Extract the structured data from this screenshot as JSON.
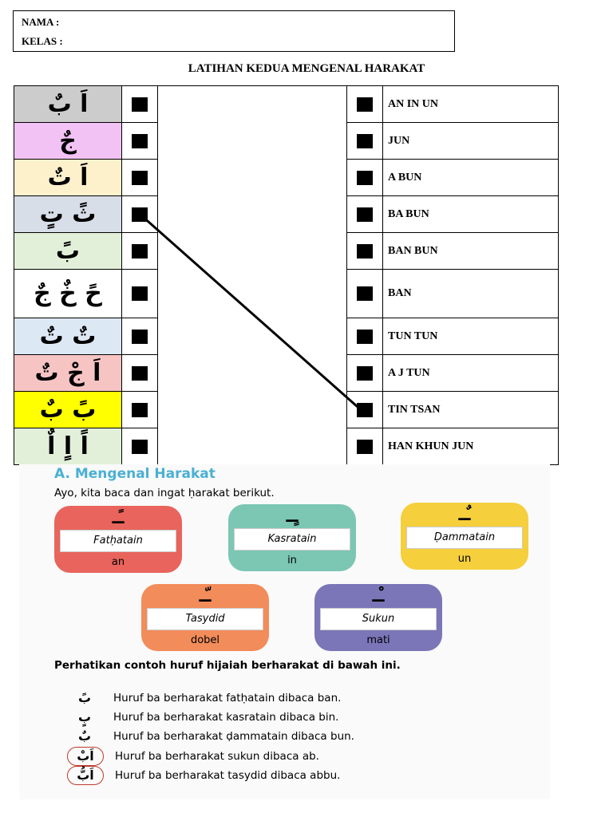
{
  "header": {
    "nama_label": "NAMA :",
    "kelas_label": "KELAS :"
  },
  "worksheet": {
    "title": "LATIHAN KEDUA MENGENAL HARAKAT",
    "left_items": [
      {
        "arabic": "اَ بٌ",
        "color": "#cccccc"
      },
      {
        "arabic": "جٌ",
        "color": "#f2c2f5"
      },
      {
        "arabic": "اَ تٌ",
        "color": "#fdf1cc"
      },
      {
        "arabic": "ثً تٍ",
        "color": "#d8dee8"
      },
      {
        "arabic": "بً",
        "color": "#e2f0d9"
      },
      {
        "arabic": "حً خٌ جٌ",
        "color": "#ffffff"
      },
      {
        "arabic": "تٌ تٌ",
        "color": "#dde8f5"
      },
      {
        "arabic": "اَ جْ تٌ",
        "color": "#f7c4c4"
      },
      {
        "arabic": "بً بٌ",
        "color": "#ffff00"
      },
      {
        "arabic": "اً اٍ اٌ",
        "color": "#e2f0d9"
      }
    ],
    "right_items": [
      "AN IN UN",
      "JUN",
      "A BUN",
      "BA BUN",
      "BAN BUN",
      "BAN",
      "TUN TUN",
      "A J TUN",
      "TIN TSAN",
      "HAN KHUN JUN"
    ]
  },
  "lesson": {
    "heading": "A. Mengenal Harakat",
    "intro": "Ayo, kita baca dan ingat ḥarakat berikut.",
    "cards": [
      {
        "glyph": "ً",
        "name": "Fatḥatain",
        "sub": "an",
        "color": "#e8645c"
      },
      {
        "glyph": "ٍ",
        "name": "Kasratain",
        "sub": "in",
        "color": "#7cc6b4"
      },
      {
        "glyph": "ٌ",
        "name": "Ḍammatain",
        "sub": "un",
        "color": "#f5cf3c"
      },
      {
        "glyph": "ّ",
        "name": "Tasydid",
        "sub": "dobel",
        "color": "#f28c5a"
      },
      {
        "glyph": "ْ",
        "name": "Sukun",
        "sub": "mati",
        "color": "#7b76b8"
      }
    ],
    "observe": "Perhatikan contoh huruf hijaiah berharakat di bawah ini.",
    "examples": [
      {
        "arabic": "بً",
        "text": "Huruf ba berharakat fatḥatain dibaca ban."
      },
      {
        "arabic": "بٍ",
        "text": "Huruf ba berharakat kasratain dibaca bin."
      },
      {
        "arabic": "بٌ",
        "text": "Huruf ba berharakat ḍammatain dibaca bun."
      },
      {
        "arabic": "اَبْ",
        "text": "Huruf ba berharakat sukun dibaca ab."
      },
      {
        "arabic": "اَبُّ",
        "text": "Huruf ba berharakat tasydid dibaca abbu."
      }
    ]
  }
}
